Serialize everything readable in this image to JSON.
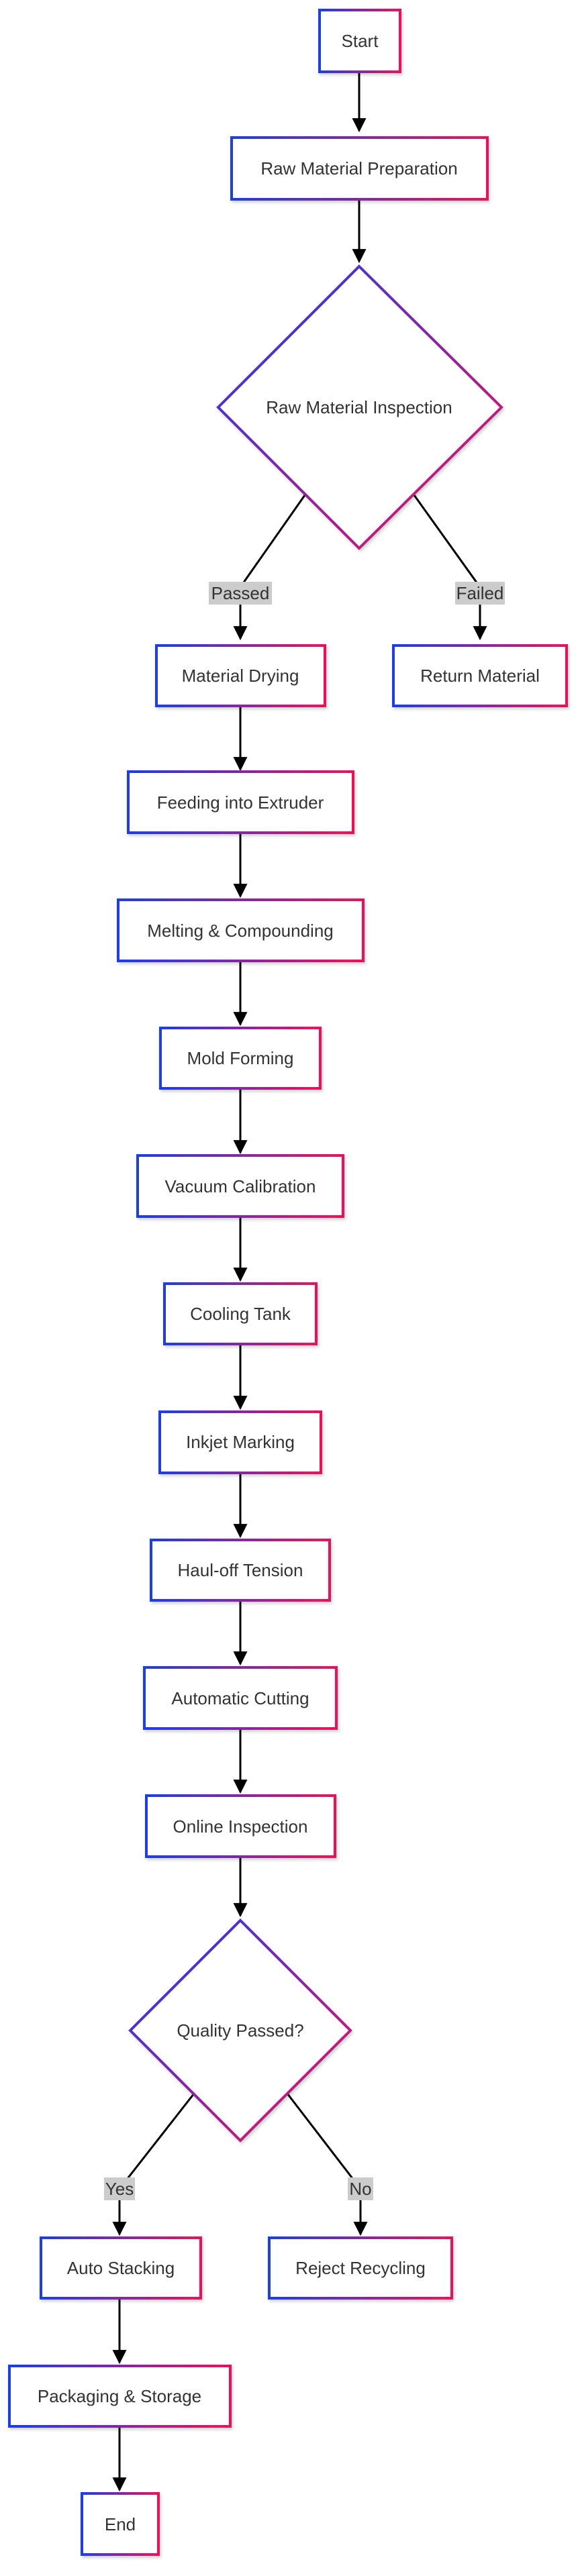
{
  "diagram": {
    "nodes": {
      "start": "Start",
      "raw_material_preparation": "Raw Material Preparation",
      "raw_material_inspection": "Raw Material Inspection",
      "material_drying": "Material Drying",
      "return_material": "Return Material",
      "feeding_into_extruder": "Feeding into Extruder",
      "melting_compounding": "Melting & Compounding",
      "mold_forming": "Mold Forming",
      "vacuum_calibration": "Vacuum Calibration",
      "cooling_tank": "Cooling Tank",
      "inkjet_marking": "Inkjet Marking",
      "haul_off_tension": "Haul-off Tension",
      "automatic_cutting": "Automatic Cutting",
      "online_inspection": "Online Inspection",
      "quality_passed": "Quality Passed?",
      "auto_stacking": "Auto Stacking",
      "reject_recycling": "Reject Recycling",
      "packaging_storage": "Packaging & Storage",
      "end": "End"
    },
    "edge_labels": {
      "passed": "Passed",
      "failed": "Failed",
      "yes": "Yes",
      "no": "No"
    },
    "colors": {
      "gradient_start": "#1a3cf0",
      "gradient_end": "#f0105a",
      "edge": "#000000",
      "edge_label_bg": "#cccccc",
      "text": "#333333"
    }
  }
}
